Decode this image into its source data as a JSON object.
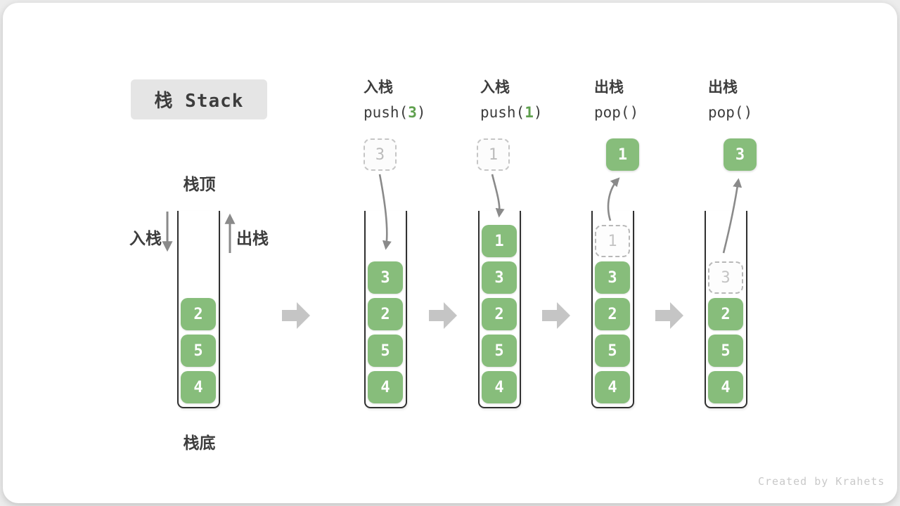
{
  "title": "栈 Stack",
  "labels": {
    "stack_top": "栈顶",
    "stack_bottom": "栈底",
    "push_side": "入栈",
    "pop_side": "出栈"
  },
  "operations": [
    {
      "name": "入栈",
      "code_pre": "push(",
      "code_arg": "3",
      "code_post": ")"
    },
    {
      "name": "入栈",
      "code_pre": "push(",
      "code_arg": "1",
      "code_post": ")"
    },
    {
      "name": "出栈",
      "code_pre": "pop(",
      "code_arg": "",
      "code_post": ")"
    },
    {
      "name": "出栈",
      "code_pre": "pop(",
      "code_arg": "",
      "code_post": ")"
    }
  ],
  "stacks": [
    {
      "id": "initial",
      "floater": null,
      "cells": [
        {
          "value": "2",
          "slot": 2,
          "style": "solid"
        },
        {
          "value": "5",
          "slot": 1,
          "style": "solid"
        },
        {
          "value": "4",
          "slot": 0,
          "style": "solid"
        }
      ]
    },
    {
      "id": "after-push-3",
      "floater": {
        "value": "3",
        "style": "dashed"
      },
      "cells": [
        {
          "value": "3",
          "slot": 3,
          "style": "solid"
        },
        {
          "value": "2",
          "slot": 2,
          "style": "solid"
        },
        {
          "value": "5",
          "slot": 1,
          "style": "solid"
        },
        {
          "value": "4",
          "slot": 0,
          "style": "solid"
        }
      ]
    },
    {
      "id": "after-push-1",
      "floater": {
        "value": "1",
        "style": "dashed"
      },
      "cells": [
        {
          "value": "1",
          "slot": 4,
          "style": "solid"
        },
        {
          "value": "3",
          "slot": 3,
          "style": "solid"
        },
        {
          "value": "2",
          "slot": 2,
          "style": "solid"
        },
        {
          "value": "5",
          "slot": 1,
          "style": "solid"
        },
        {
          "value": "4",
          "slot": 0,
          "style": "solid"
        }
      ]
    },
    {
      "id": "after-pop-1",
      "floater": {
        "value": "1",
        "style": "solid"
      },
      "cells": [
        {
          "value": "1",
          "slot": 4,
          "style": "dashed"
        },
        {
          "value": "3",
          "slot": 3,
          "style": "solid"
        },
        {
          "value": "2",
          "slot": 2,
          "style": "solid"
        },
        {
          "value": "5",
          "slot": 1,
          "style": "solid"
        },
        {
          "value": "4",
          "slot": 0,
          "style": "solid"
        }
      ]
    },
    {
      "id": "after-pop-3",
      "floater": {
        "value": "3",
        "style": "solid"
      },
      "cells": [
        {
          "value": "3",
          "slot": 3,
          "style": "dashed"
        },
        {
          "value": "2",
          "slot": 2,
          "style": "solid"
        },
        {
          "value": "5",
          "slot": 1,
          "style": "solid"
        },
        {
          "value": "4",
          "slot": 0,
          "style": "solid"
        }
      ]
    }
  ],
  "watermark": "Created by Krahets",
  "colors": {
    "element_green": "#87BD7B",
    "code_arg_green": "#5FA04E",
    "arrow_gray": "#8A8A8A",
    "block_arrow_gray": "#C5C5C5"
  }
}
